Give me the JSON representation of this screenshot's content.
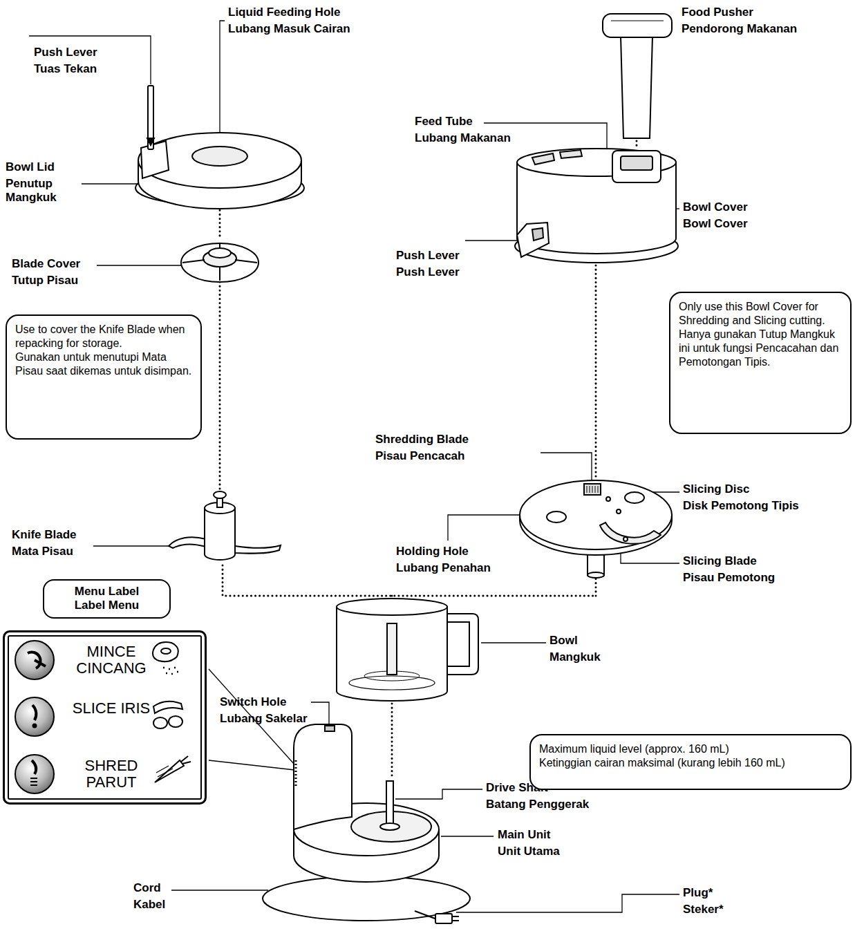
{
  "diagram": {
    "nodes": [
      {
        "text": [
          "Use to cover the Knife Blade when repacking for storage.",
          "Gunakan untuk menutupi Mata Pisau saat dikemas untuk disimpan."
        ]
      },
      {
        "text": [
          "Only use this Bowl Cover for Shredding and Slicing cutting.",
          "Hanya gunakan Tutup Mangkuk ini untuk fungsi Pencacahan dan Pemotongan Tipis."
        ]
      },
      {
        "text": [
          "Menu Label",
          "Label Menu"
        ]
      },
      {
        "text": [
          "MINCE CINCANG",
          "SLICE IRIS",
          "SHRED PARUT"
        ]
      },
      {
        "text": [
          "Maximum liquid level (approx. 160 mL)",
          "Ketinggian cairan maksimal (kurang lebih 160 mL)"
        ]
      }
    ],
    "labels": [
      "Push Lever",
      "Tuas Tekan",
      "Liquid Feeding Hole",
      "Lubang Masuk Cairan",
      "Food Pusher",
      "Pendorong Makanan",
      "Bowl Lid",
      "Penutup Mangkuk",
      "Feed Tube",
      "Lubang Makanan",
      "Bowl Cover",
      "Bowl Cover",
      "Push Lever",
      "Push Lever",
      "Blade Cover",
      "Tutup Pisau",
      "Shredding Blade",
      "Pisau Pencacah",
      "Slicing Disc",
      "Disk Pemotong Tipis",
      "Holding Hole",
      "Lubang Penahan",
      "Slicing Blade",
      "Pisau Pemotong",
      "Knife Blade",
      "Mata Pisau",
      "Bowl",
      "Mangkuk",
      "Switch Hole",
      "Lubang Sakelar",
      "Drive Shaft",
      "Batang Penggerak",
      "Main Unit",
      "Unit Utama",
      "Cord",
      "Kabel",
      "Plug*",
      "Steker*"
    ]
  }
}
